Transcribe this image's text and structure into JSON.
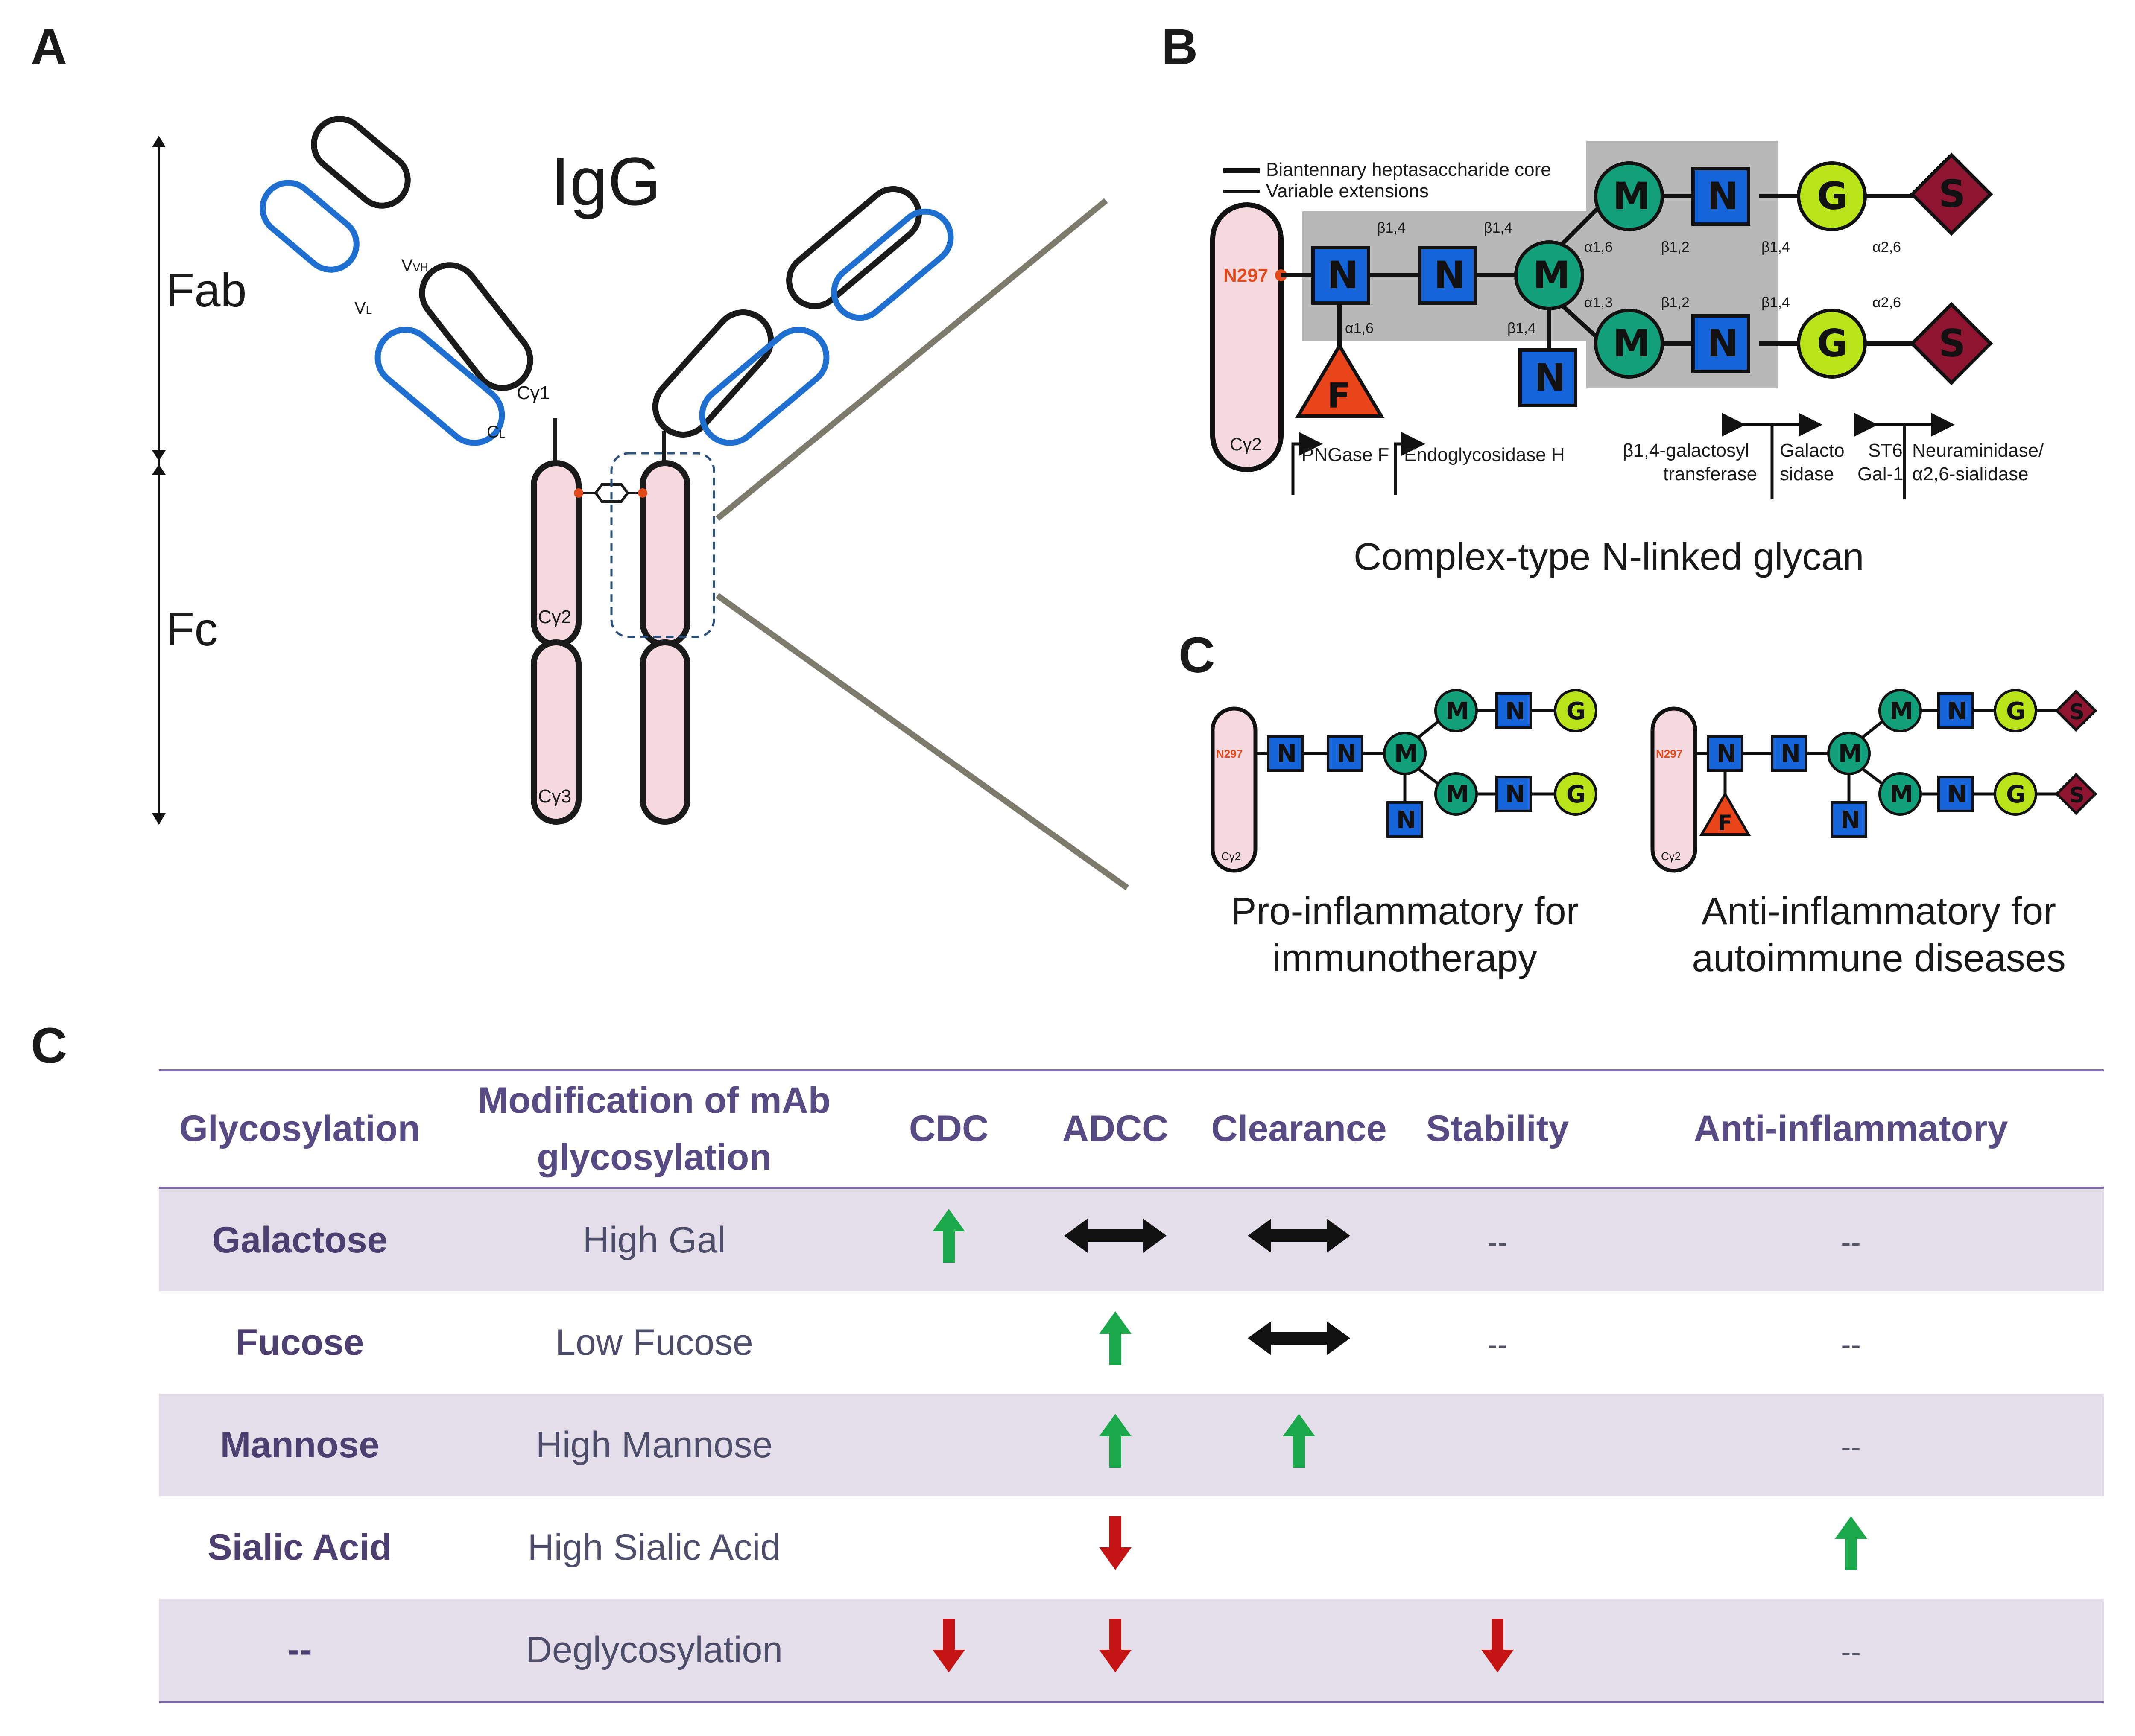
{
  "panels": {
    "a_label": "A",
    "b_label": "B",
    "c_label": "C",
    "c_inner_label": "C"
  },
  "panel_a": {
    "title": "IgG",
    "fab_label": "Fab",
    "fc_label": "Fc",
    "domains": {
      "vh": "VH",
      "vl": "VL",
      "cg1": "Cγ1",
      "cl": "CL",
      "cg2": "Cγ2",
      "cg3": "Cγ3"
    },
    "colors": {
      "heavy_chain_outline": "#1a1a1a",
      "light_chain_outline": "#1f6fd1",
      "fc_fill": "#f6d9df",
      "hinge_dot": "#e0491c"
    }
  },
  "panel_b": {
    "legend_core": "Biantennary heptasaccharide core",
    "legend_ext": "Variable extensions",
    "site": "N297",
    "domain": "Cγ2",
    "caption": "Complex-type N-linked glycan",
    "residues": {
      "N": "N",
      "M": "M",
      "G": "G",
      "S": "S",
      "F": "F"
    },
    "linkages": {
      "b14": "β1,4",
      "a16": "α1,6",
      "a13": "α1,3",
      "b12": "β1,2",
      "a26": "α2,6"
    },
    "enzymes": {
      "pngase": "PNGase F",
      "endo": "Endoglycosidase H",
      "galt": "β1,4-galactosyl",
      "galt2": "transferase",
      "galsid": "Galacto",
      "galsid2": "sidase",
      "st6": "ST6",
      "gal1": "Gal-1",
      "neur": "Neuraminidase/",
      "neur2": "α2,6-sialidase"
    },
    "colors": {
      "N": "#1565d8",
      "M": "#12a07a",
      "G": "#b9e41a",
      "S": "#8e1531",
      "F": "#e8461a",
      "core_bg": "#b8b8b8"
    }
  },
  "panel_c": {
    "left_caption_1": "Pro-inflammatory for",
    "left_caption_2": "immunotherapy",
    "right_caption_1": "Anti-inflammatory for",
    "right_caption_2": "autoimmune diseases",
    "site": "N297",
    "domain": "Cγ2"
  },
  "table": {
    "headers": {
      "glycosylation": "Glycosylation",
      "modification_1": "Modification of mAb",
      "modification_2": "glycosylation",
      "cdc": "CDC",
      "adcc": "ADCC",
      "clearance": "Clearance",
      "stability": "Stability",
      "anti_inflammatory": "Anti-inflammatory"
    },
    "rows": [
      {
        "glycosylation": "Galactose",
        "modification": "High Gal",
        "cdc": "up",
        "adcc": "both",
        "clearance": "both",
        "stability": "--",
        "anti_inflammatory": "--"
      },
      {
        "glycosylation": "Fucose",
        "modification": "Low Fucose",
        "cdc": "",
        "adcc": "up",
        "clearance": "both",
        "stability": "--",
        "anti_inflammatory": "--"
      },
      {
        "glycosylation": "Mannose",
        "modification": "High Mannose",
        "cdc": "",
        "adcc": "up",
        "clearance": "up",
        "stability": "",
        "anti_inflammatory": "--"
      },
      {
        "glycosylation": "Sialic Acid",
        "modification": "High Sialic Acid",
        "cdc": "",
        "adcc": "down",
        "clearance": "",
        "stability": "",
        "anti_inflammatory": "up"
      },
      {
        "glycosylation": "--",
        "modification": "Deglycosylation",
        "cdc": "down",
        "adcc": "down",
        "clearance": "",
        "stability": "down",
        "anti_inflammatory": "--"
      }
    ],
    "colors": {
      "up": "#1aa84a",
      "down": "#c41414",
      "both": "#111111",
      "shade": "#e4deea",
      "rule": "#7b6aa6"
    }
  }
}
